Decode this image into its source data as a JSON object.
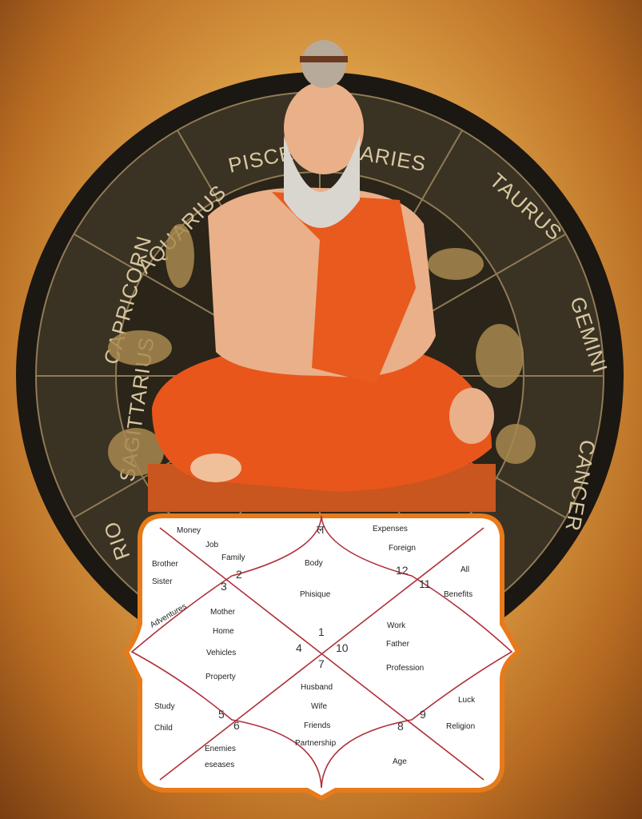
{
  "zodiac_wheel": {
    "signs": [
      "PISCES",
      "ARIES",
      "TAURUS",
      "GEMINI",
      "CANCER",
      "SAGITTARIUS",
      "CAPRICORN",
      "AQUARIUS",
      "RIO"
    ]
  },
  "birth_chart": {
    "top_symbol": "ल",
    "houses": [
      {
        "number": "1",
        "labels": [
          "Body",
          "Phisique"
        ]
      },
      {
        "number": "2",
        "labels": [
          "Money",
          "Job",
          "Family"
        ]
      },
      {
        "number": "3",
        "labels": [
          "Brother",
          "Sister",
          "Adventures"
        ]
      },
      {
        "number": "4",
        "labels": [
          "Mother",
          "Home",
          "Vehicles",
          "Property"
        ]
      },
      {
        "number": "5",
        "labels": [
          "Study",
          "Child"
        ]
      },
      {
        "number": "6",
        "labels": [
          "Enemies",
          "eseases"
        ]
      },
      {
        "number": "7",
        "labels": [
          "Husband",
          "Wife",
          "Friends",
          "Partnership"
        ]
      },
      {
        "number": "8",
        "labels": [
          "Age"
        ]
      },
      {
        "number": "9",
        "labels": [
          "Luck",
          "Religion"
        ]
      },
      {
        "number": "10",
        "labels": [
          "Work",
          "Father",
          "Profession"
        ]
      },
      {
        "number": "11",
        "labels": [
          "All",
          "Benefits"
        ]
      },
      {
        "number": "12",
        "labels": [
          "Expenses",
          "Foreign"
        ]
      }
    ]
  },
  "colors": {
    "robe": "#e8561c",
    "wheel": "#2a2419",
    "chart_line": "#b0303a",
    "frame": "#e87a1a"
  }
}
